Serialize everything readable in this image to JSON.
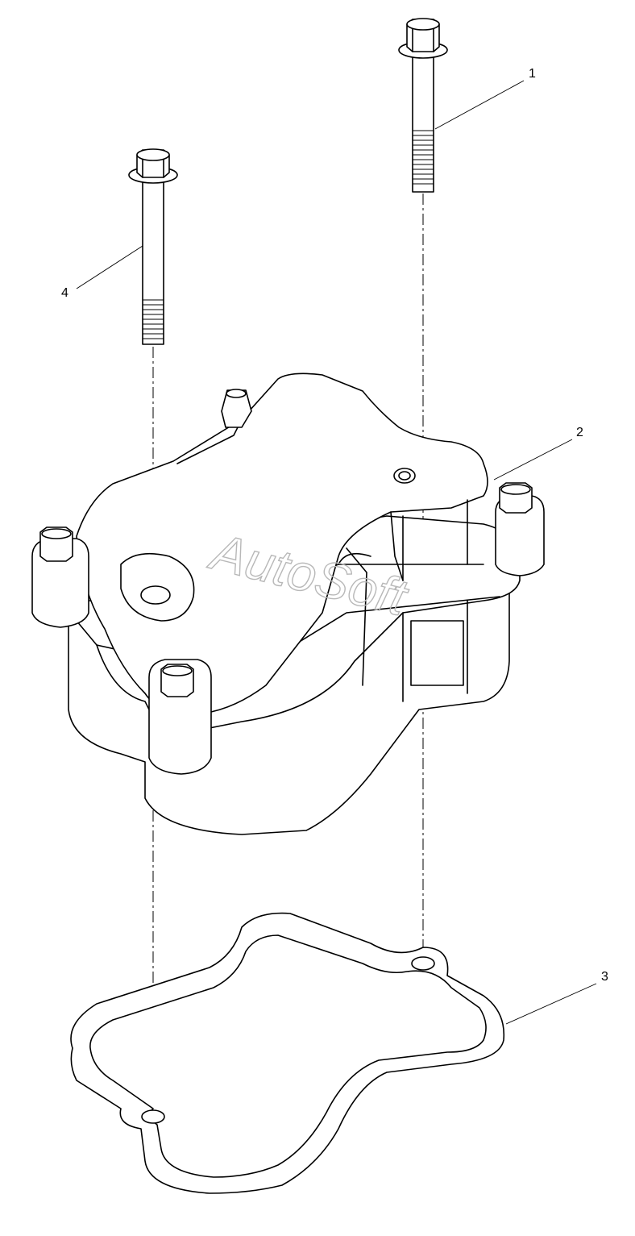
{
  "callouts": [
    {
      "id": "1",
      "label": "1"
    },
    {
      "id": "2",
      "label": "2"
    },
    {
      "id": "3",
      "label": "3"
    },
    {
      "id": "4",
      "label": "4"
    }
  ],
  "watermark": "AutoSoft",
  "colors": {
    "line": "#000000",
    "background": "#ffffff",
    "watermark": "#b8b8b8"
  }
}
